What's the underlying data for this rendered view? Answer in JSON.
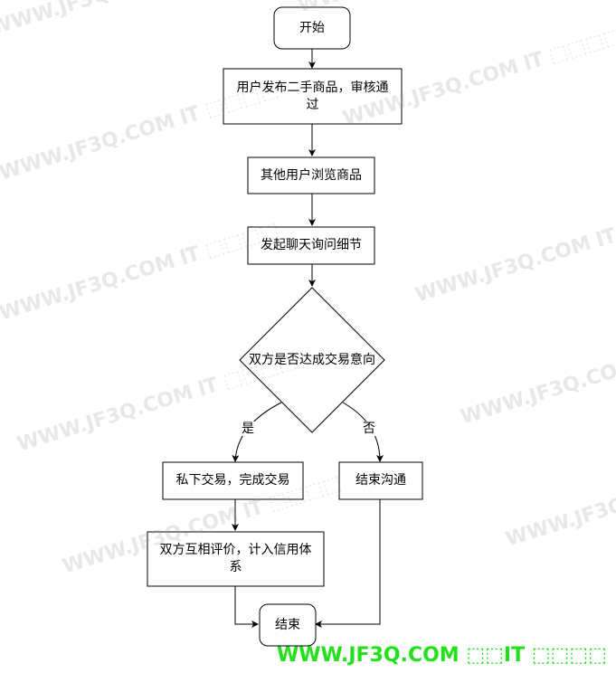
{
  "nodes": {
    "start": "开始",
    "publish": "用户发布二手商品，审核通过",
    "browse": "其他用户浏览商品",
    "chat": "发起聊天询问细节",
    "decision": "双方是否达成交易意向",
    "trade": "私下交易，完成交易",
    "end_chat": "结束沟通",
    "rate": "双方互相评价，计入信用体系",
    "end": "结束"
  },
  "edges": {
    "yes": "是",
    "no": "否"
  },
  "watermark": {
    "text": "WWW.JF3Q.COM 𝐈𝐓 ⬚⬚⬚⬚",
    "bottom_text": "WWW.JF3Q.COM ⬚⬚IT ⬚⬚⬚⬚",
    "color": "#22e01a"
  }
}
